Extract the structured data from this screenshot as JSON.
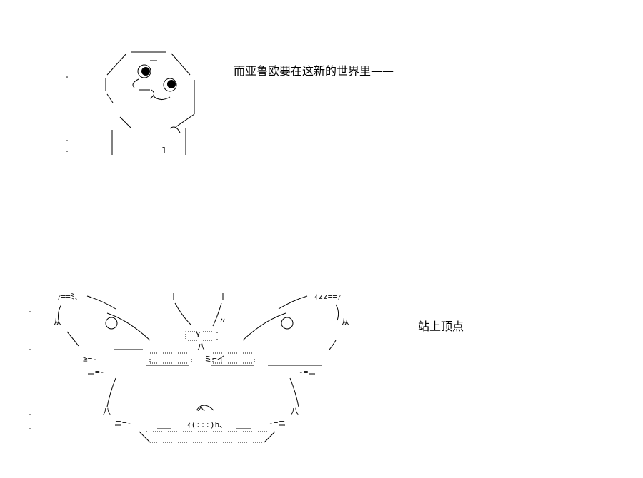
{
  "captions": {
    "first": "而亚鲁欧要在这新的世界里——",
    "second": "站上顶点"
  },
  "art_top": {
    "chin_mark": "1"
  },
  "art_bottom": {
    "tl_label": "ｧ==ﾐ､",
    "tr_label": "ｨzz==ｧ",
    "left_step1": "≧=-",
    "left_step2": "ニ=-",
    "right_step1": "-=ニ",
    "left_base": "ニ=-",
    "right_base": "-=ニ",
    "center_y": "Y",
    "center_ha": "八",
    "center_mi": "ミ=イ",
    "bottom_center": "ｨ(:::)h､",
    "left_arm": "从",
    "right_arm": "从",
    "left_leg": "八",
    "right_leg": "八",
    "center_low": "人",
    "upper_mid": "〃"
  },
  "colors": {
    "ink": "#000000",
    "background": "#ffffff"
  }
}
